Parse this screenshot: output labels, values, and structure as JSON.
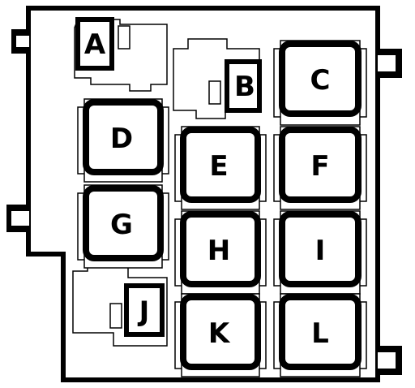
{
  "diagram": {
    "relays": [
      {
        "id": "A",
        "label": "A",
        "kind": "small"
      },
      {
        "id": "B",
        "label": "B",
        "kind": "small"
      },
      {
        "id": "C",
        "label": "C",
        "kind": "large"
      },
      {
        "id": "D",
        "label": "D",
        "kind": "large"
      },
      {
        "id": "E",
        "label": "E",
        "kind": "large"
      },
      {
        "id": "F",
        "label": "F",
        "kind": "large"
      },
      {
        "id": "G",
        "label": "G",
        "kind": "large"
      },
      {
        "id": "H",
        "label": "H",
        "kind": "large"
      },
      {
        "id": "I",
        "label": "I",
        "kind": "large"
      },
      {
        "id": "J",
        "label": "J",
        "kind": "small"
      },
      {
        "id": "K",
        "label": "K",
        "kind": "large"
      },
      {
        "id": "L",
        "label": "L",
        "kind": "large"
      }
    ]
  }
}
